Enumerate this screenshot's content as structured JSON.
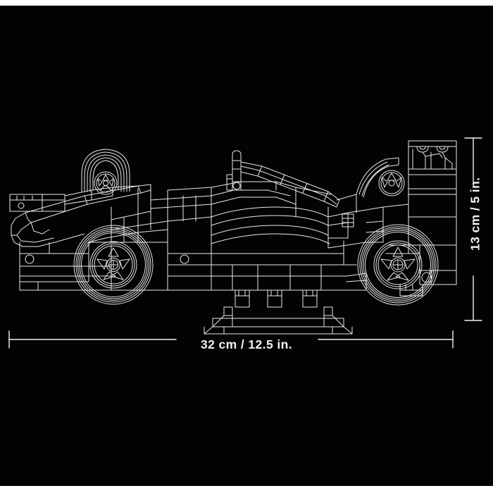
{
  "product": {
    "type": "technical-line-drawing",
    "subject": "lego-formula-1-race-car-side-view",
    "background_color": "#030303",
    "line_color": "#e8e8e8",
    "label_color": "#f2f2f2",
    "page_border_color": "#ffffff"
  },
  "dimensions": {
    "width": {
      "label": "32 cm / 12.5 in.",
      "orientation": "horizontal",
      "value_cm": 32,
      "value_in": 12.5
    },
    "height": {
      "label": "13 cm / 5 in.",
      "orientation": "vertical",
      "value_cm": 13,
      "value_in": 5
    }
  },
  "drawing_parts": {
    "front_wing": "front-wing",
    "nose_cone": "nose-cone",
    "front_wheel": "front-wheel",
    "rear_wheel": "rear-wheel",
    "cockpit_halo": "cockpit-halo",
    "engine_cover": "engine-cover",
    "sidepod": "sidepod",
    "rear_wing": "rear-wing",
    "floor": "floor-plank",
    "display_stand": "display-stand"
  }
}
